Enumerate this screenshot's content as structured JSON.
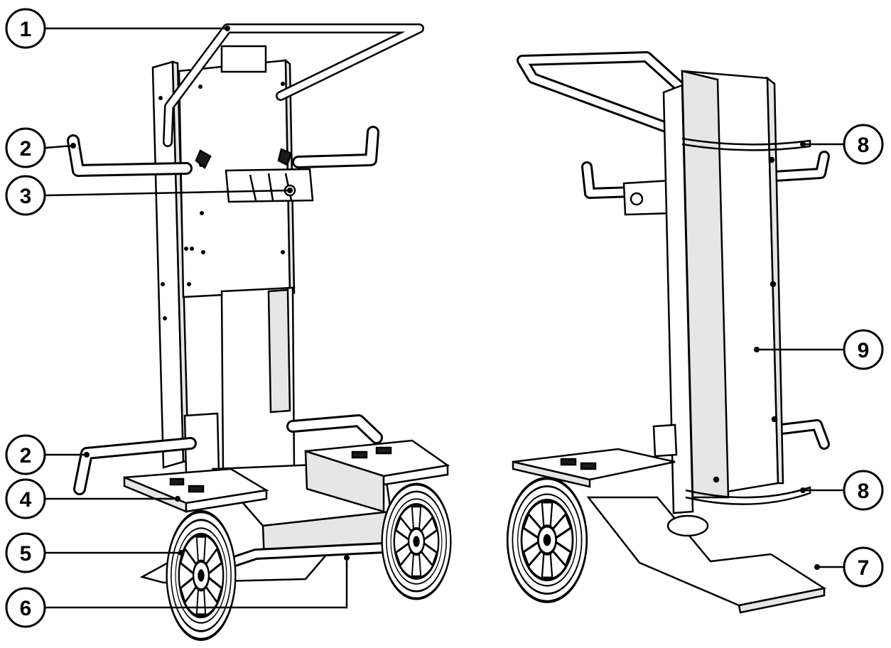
{
  "callouts": [
    {
      "id": "c1",
      "label": "1"
    },
    {
      "id": "c2a",
      "label": "2"
    },
    {
      "id": "c3",
      "label": "3"
    },
    {
      "id": "c2b",
      "label": "2"
    },
    {
      "id": "c4",
      "label": "4"
    },
    {
      "id": "c5",
      "label": "5"
    },
    {
      "id": "c6",
      "label": "6"
    },
    {
      "id": "c8a",
      "label": "8"
    },
    {
      "id": "c9",
      "label": "9"
    },
    {
      "id": "c8b",
      "label": "8"
    },
    {
      "id": "c7",
      "label": "7"
    }
  ],
  "colors": {
    "line": "#000000",
    "fill": "#ffffff",
    "shade": "#e6e6e6",
    "dark": "#1a1a1a"
  }
}
